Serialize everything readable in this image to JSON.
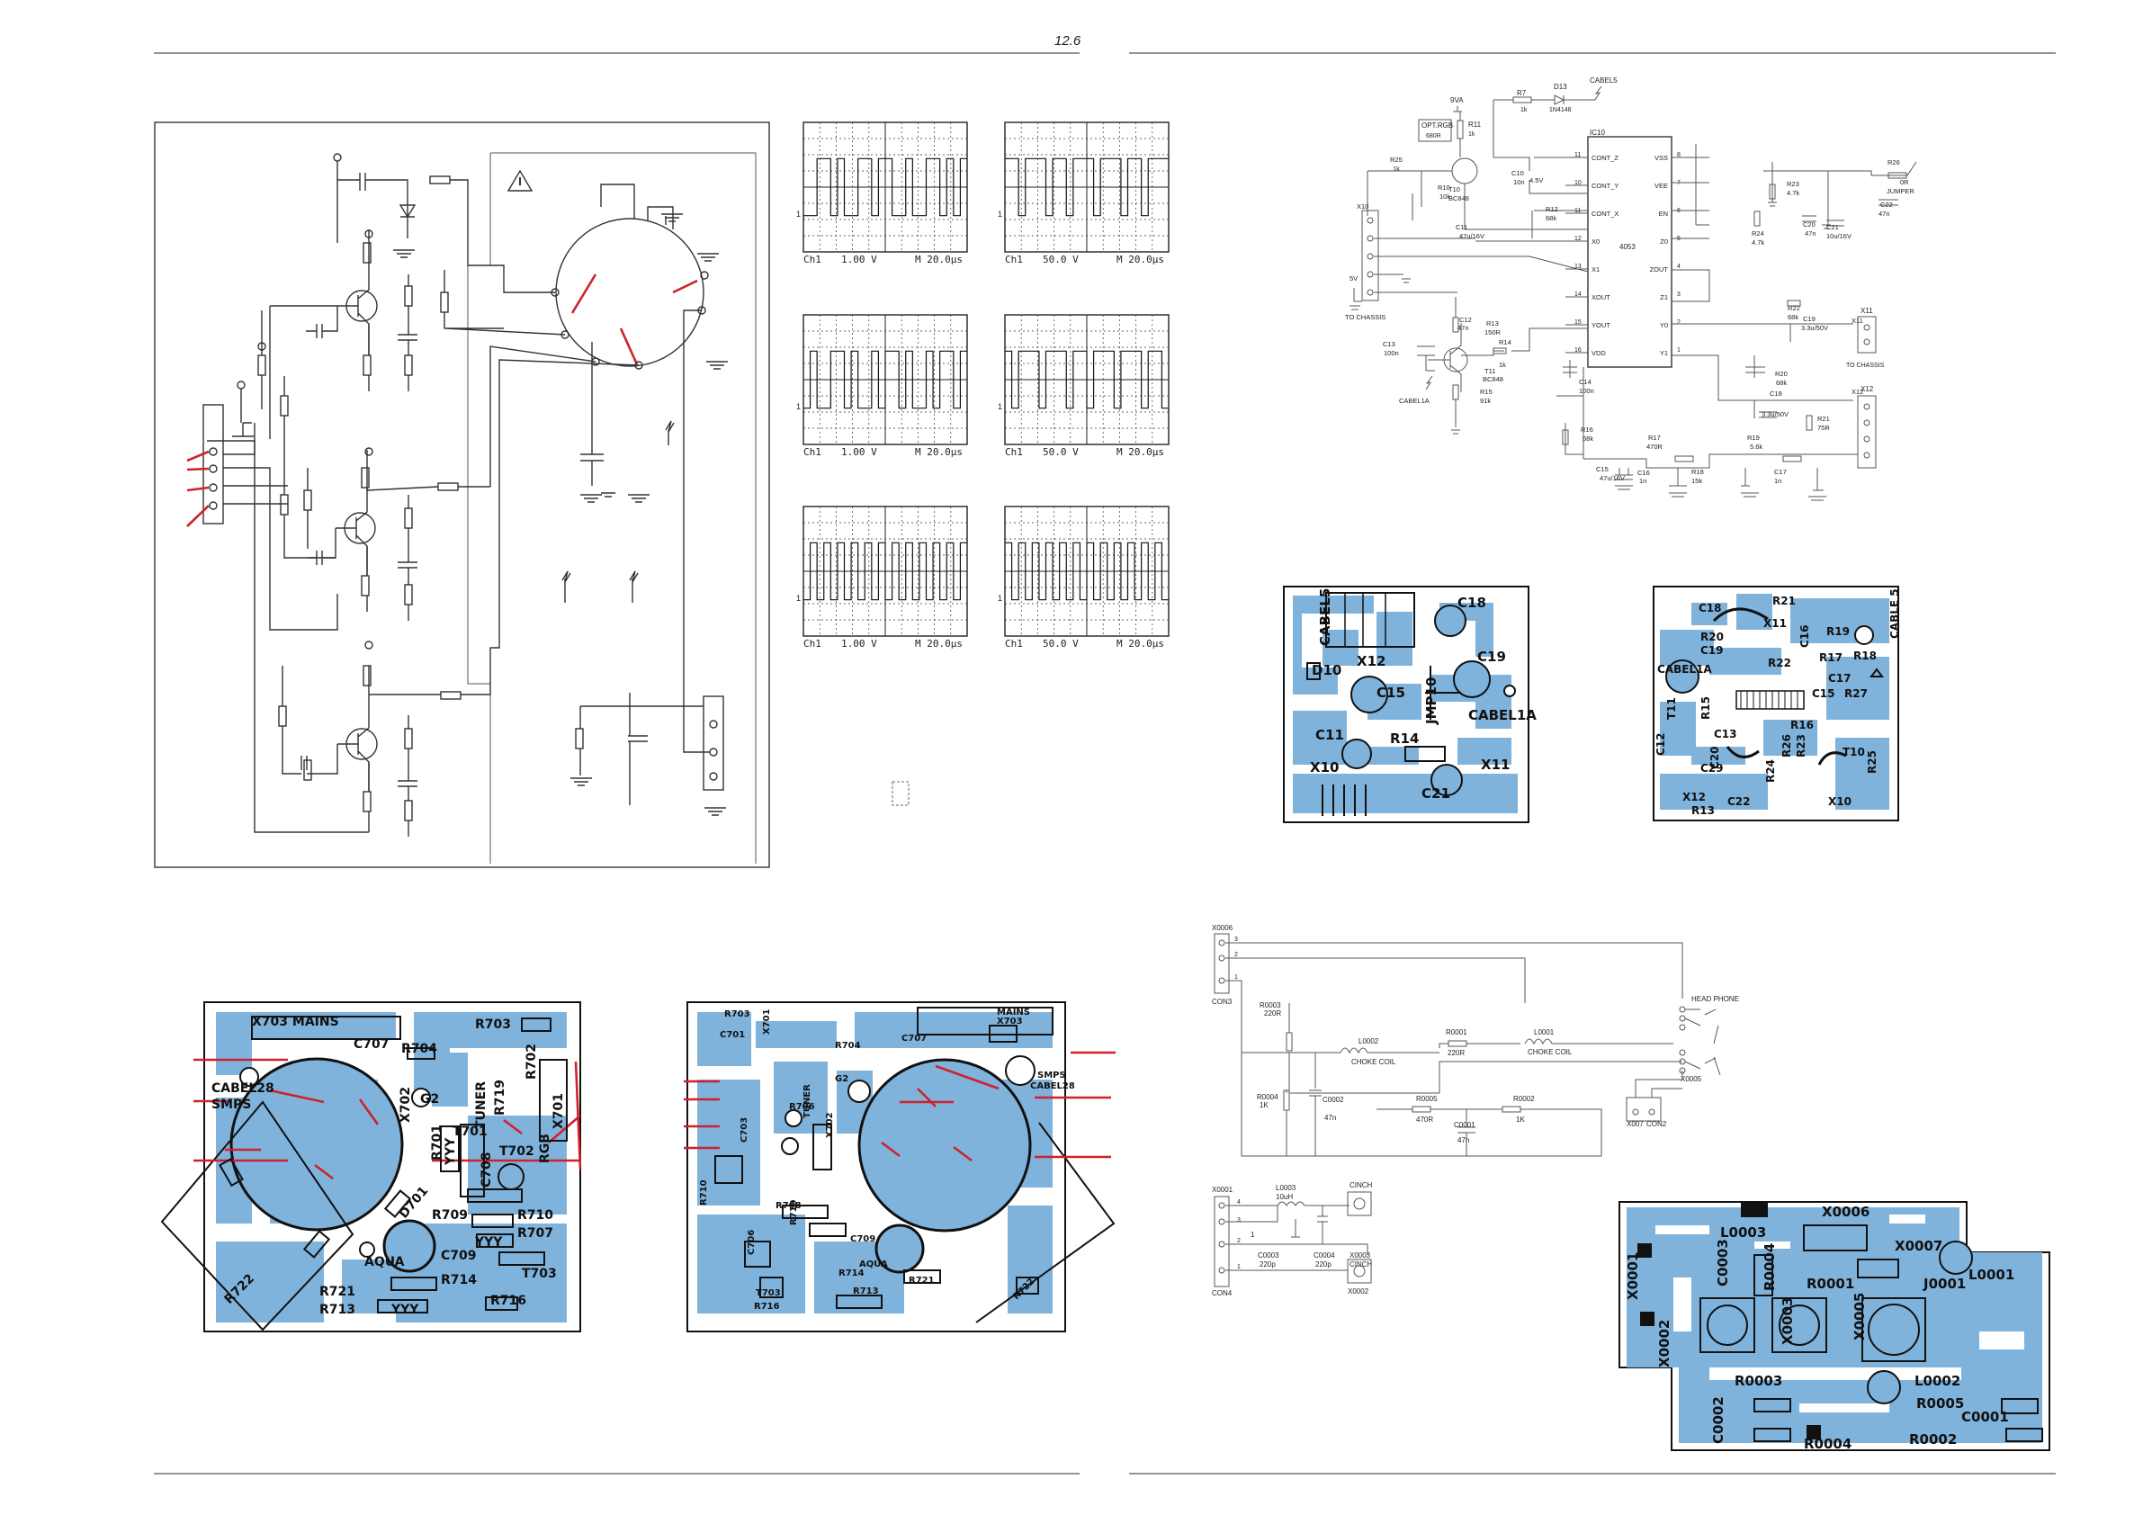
{
  "header": {
    "page_number": "12.6"
  },
  "scopes": [
    {
      "channel": "Ch1",
      "volt": "1.00 V",
      "time": "M 20.0µs",
      "marker": "1"
    },
    {
      "channel": "Ch1",
      "volt": "50.0 V",
      "time": "M 20.0µs",
      "marker": "1"
    },
    {
      "channel": "Ch1",
      "volt": "1.00 V",
      "time": "M 20.0µs",
      "marker": "1"
    },
    {
      "channel": "Ch1",
      "volt": "50.0 V",
      "time": "M 20.0µs",
      "marker": "1"
    },
    {
      "channel": "Ch1",
      "volt": "1.00 V",
      "time": "M 20.0µs",
      "marker": "1"
    },
    {
      "channel": "Ch1",
      "volt": "50.0 V",
      "time": "M 20.0µs",
      "marker": "1"
    }
  ],
  "rgb_schematic": {
    "top": {
      "r7": "R7",
      "r7v": "1k",
      "d13": "D13",
      "d13v": "1N4148",
      "cabel5": "CABEL5",
      "v9": "9VA",
      "optrgb": "OPT.RGB",
      "optrgbv": "680R",
      "r11": "R11",
      "r11v": "1k"
    },
    "ic": {
      "name": "IC10",
      "part": "4053",
      "left_pins": [
        "CONT_Z",
        "CONT_Y",
        "CONT_X",
        "X0",
        "X1",
        "XOUT",
        "YOUT",
        "VDD"
      ],
      "left_nums": [
        "11",
        "10",
        "11",
        "12",
        "13",
        "14",
        "15",
        "16"
      ],
      "right_pins": [
        "VSS",
        "VEE",
        "EN",
        "Z0",
        "ZOUT",
        "Z1",
        "Y0",
        "Y1"
      ],
      "right_nums": [
        "8",
        "7",
        "6",
        "5",
        "4",
        "3",
        "2",
        "1"
      ]
    },
    "parts": [
      "R25",
      "1k",
      "R10",
      "10k",
      "T10",
      "BC848",
      "C10",
      "10n",
      "4.5V",
      "R12",
      "68k",
      "X10",
      "C11",
      "47u/16V",
      "5V",
      "TO CHASSIS",
      "C12",
      "47n",
      "R13",
      "150R",
      "T11",
      "BC848",
      "C13",
      "100n",
      "R14",
      "1k",
      "CABEL1A",
      "R15",
      "91k",
      "C14",
      "100n",
      "R16",
      "68k",
      "C15",
      "47u/16V",
      "R17",
      "470R",
      "C16",
      "1n",
      "R18",
      "15k",
      "R19",
      "5.6k",
      "C17",
      "1n",
      "R26",
      "0R",
      "JUMPER",
      "C22",
      "47n",
      "R23",
      "4.7k",
      "R24",
      "4.7k",
      "C20",
      "47n",
      "C21",
      "10u/16V",
      "R22",
      "68k",
      "C19",
      "3.3u/50V",
      "X11",
      "R20",
      "68k",
      "C18",
      "3.3u/50V",
      "R21",
      "75R",
      "X12"
    ]
  },
  "pcb_rgb_a": {
    "labels": [
      "CABEL5",
      "C18",
      "D10",
      "X12",
      "C19",
      "C15",
      "JMP10",
      "CABEL1A",
      "C11",
      "R14",
      "X10",
      "X11",
      "C21"
    ]
  },
  "pcb_rgb_b": {
    "labels": [
      "C18",
      "R21",
      "R20",
      "X11",
      "R19",
      "CABLE 5",
      "C19",
      "R17",
      "C16",
      "CABEL1A",
      "R22",
      "R18",
      "C17",
      "C15",
      "R27",
      "T11",
      "R15",
      "T10",
      "C12",
      "R16",
      "C20",
      "R26",
      "C13",
      "C29",
      "R24",
      "R23",
      "R25",
      "X12",
      "C22",
      "R13",
      "X10"
    ]
  },
  "pcb_main_a": {
    "labels": [
      "X703 MAINS",
      "C707",
      "R704",
      "R703",
      "R702",
      "CABEL28",
      "SMPS",
      "G2",
      "X702",
      "TUNER",
      "R719",
      "X701",
      "RGB",
      "R701",
      "YYY",
      "C708",
      "T701",
      "T702",
      "D701",
      "R709",
      "R710",
      "R707",
      "C709",
      "YYY",
      "AQUA",
      "R721",
      "R714",
      "T703",
      "R722",
      "R713",
      "YYY",
      "R716"
    ]
  },
  "pcb_main_b": {
    "labels": [
      "R703",
      "C701",
      "X701",
      "R704",
      "C707",
      "MAINS",
      "X703",
      "SMPS",
      "CABEL28",
      "G2",
      "R706",
      "TUNER",
      "C703",
      "X702",
      "R710",
      "R708",
      "R719",
      "C709",
      "AQUA",
      "C706",
      "R714",
      "R721",
      "R713",
      "R716",
      "T703",
      "R722"
    ]
  },
  "headphone": {
    "x0006": "X0006",
    "con3": "CON3",
    "r0003": "R0003",
    "r0003v": "220R",
    "l0002": "L0002",
    "l0002v": "CHOKE COIL",
    "r0001": "R0001",
    "r0001v": "220R",
    "l0001": "L0001",
    "l0001v": "CHOKE COIL",
    "head": "HEAD PHONE",
    "x0005": "X0005",
    "r0004": "R0004",
    "r0004v": "1K",
    "c0002": "C0002",
    "c0002v": "47n",
    "r0005": "R0005",
    "r0005v": "470R",
    "r0002": "R0002",
    "r0002v": "1K",
    "c0001": "C0001",
    "c0001v": "47n",
    "x007": "X007",
    "con2": "CON2",
    "x0001": "X0001",
    "con4": "CON4",
    "l0003": "L0003",
    "l0003v": "10uH",
    "cinch1": "CINCH",
    "c0003": "C0003",
    "c0003v": "220p",
    "c0004": "C0004",
    "c0004v": "220p",
    "x0003": "X0003",
    "cinch2": "CINCH",
    "x0002": "X0002"
  },
  "pcb_headphone": {
    "labels": [
      "L0003",
      "X0006",
      "X0001",
      "C0003",
      "R0004",
      "X0007",
      "R0001",
      "J0001",
      "L0001",
      "X0002",
      "X0003",
      "X0005",
      "R0003",
      "L0002",
      "R0005",
      "C0001",
      "C0002",
      "R0004",
      "R0002"
    ]
  }
}
